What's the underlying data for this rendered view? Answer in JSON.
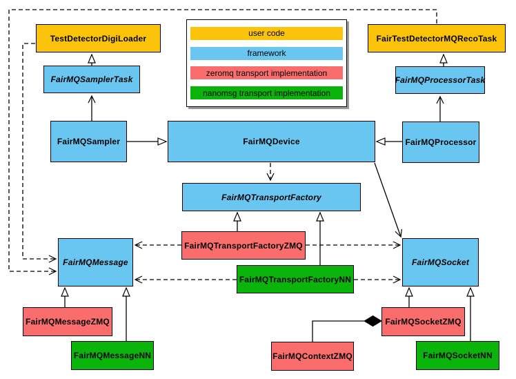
{
  "palette": {
    "user_code": "#FCC30B",
    "framework": "#69C6F0",
    "zeromq": "#FA6D6D",
    "nanomsg": "#0AB40A",
    "border": "#000000",
    "background": "#FFFFFF",
    "legend_shadow": "#9A9A9A"
  },
  "legend": {
    "items": [
      {
        "label": "user code",
        "color_key": "user_code"
      },
      {
        "label": "framework",
        "color_key": "framework"
      },
      {
        "label": "zeromq transport implementation",
        "color_key": "zeromq"
      },
      {
        "label": "nanomsg transport implementation",
        "color_key": "nanomsg"
      }
    ]
  },
  "nodes": [
    {
      "label": "TestDetectorDigiLoader",
      "category": "user_code",
      "abstract": false
    },
    {
      "label": "FairTestDetectorMQRecoTask",
      "category": "user_code",
      "abstract": false
    },
    {
      "label": "FairMQSamplerTask",
      "category": "framework",
      "abstract": true
    },
    {
      "label": "FairMQProcessorTask",
      "category": "framework",
      "abstract": true
    },
    {
      "label": "FairMQSampler",
      "category": "framework",
      "abstract": false
    },
    {
      "label": "FairMQDevice",
      "category": "framework",
      "abstract": false
    },
    {
      "label": "FairMQProcessor",
      "category": "framework",
      "abstract": false
    },
    {
      "label": "FairMQTransportFactory",
      "category": "framework",
      "abstract": true
    },
    {
      "label": "FairMQTransportFactoryZMQ",
      "category": "zeromq",
      "abstract": false
    },
    {
      "label": "FairMQTransportFactoryNN",
      "category": "nanomsg",
      "abstract": false
    },
    {
      "label": "FairMQMessage",
      "category": "framework",
      "abstract": true
    },
    {
      "label": "FairMQSocket",
      "category": "framework",
      "abstract": true
    },
    {
      "label": "FairMQMessageZMQ",
      "category": "zeromq",
      "abstract": false
    },
    {
      "label": "FairMQMessageNN",
      "category": "nanomsg",
      "abstract": false
    },
    {
      "label": "FairMQSocketZMQ",
      "category": "zeromq",
      "abstract": false
    },
    {
      "label": "FairMQSocketNN",
      "category": "nanomsg",
      "abstract": false
    },
    {
      "label": "FairMQContextZMQ",
      "category": "zeromq",
      "abstract": false
    }
  ],
  "relationships": [
    {
      "from": "FairMQSamplerTask",
      "to": "TestDetectorDigiLoader",
      "type": "inheritance"
    },
    {
      "from": "FairMQProcessorTask",
      "to": "FairTestDetectorMQRecoTask",
      "type": "inheritance"
    },
    {
      "from": "FairMQSampler",
      "to": "FairMQSamplerTask",
      "type": "association"
    },
    {
      "from": "FairMQProcessor",
      "to": "FairMQProcessorTask",
      "type": "association"
    },
    {
      "from": "FairMQSampler",
      "to": "FairMQDevice",
      "type": "inheritance"
    },
    {
      "from": "FairMQProcessor",
      "to": "FairMQDevice",
      "type": "inheritance"
    },
    {
      "from": "FairMQDevice",
      "to": "FairMQTransportFactory",
      "type": "dependency"
    },
    {
      "from": "FairMQDevice",
      "to": "FairMQSocket",
      "type": "association"
    },
    {
      "from": "TestDetectorDigiLoader",
      "to": "FairMQMessage",
      "type": "dependency"
    },
    {
      "from": "FairTestDetectorMQRecoTask",
      "to": "FairMQMessage",
      "type": "dependency"
    },
    {
      "from": "FairMQTransportFactoryZMQ",
      "to": "FairMQTransportFactory",
      "type": "inheritance"
    },
    {
      "from": "FairMQTransportFactoryNN",
      "to": "FairMQTransportFactory",
      "type": "inheritance"
    },
    {
      "from": "FairMQTransportFactoryZMQ",
      "to": "FairMQMessage",
      "type": "dependency"
    },
    {
      "from": "FairMQTransportFactoryZMQ",
      "to": "FairMQSocket",
      "type": "dependency"
    },
    {
      "from": "FairMQTransportFactoryNN",
      "to": "FairMQMessage",
      "type": "dependency"
    },
    {
      "from": "FairMQTransportFactoryNN",
      "to": "FairMQSocket",
      "type": "dependency"
    },
    {
      "from": "FairMQMessageZMQ",
      "to": "FairMQMessage",
      "type": "inheritance"
    },
    {
      "from": "FairMQMessageNN",
      "to": "FairMQMessage",
      "type": "inheritance"
    },
    {
      "from": "FairMQSocketZMQ",
      "to": "FairMQSocket",
      "type": "inheritance"
    },
    {
      "from": "FairMQSocketNN",
      "to": "FairMQSocket",
      "type": "inheritance"
    },
    {
      "from": "FairMQContextZMQ",
      "to": "FairMQSocketZMQ",
      "type": "composition"
    }
  ]
}
